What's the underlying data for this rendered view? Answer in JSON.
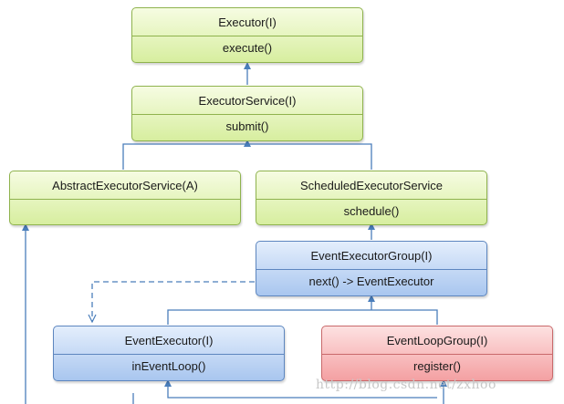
{
  "nodes": {
    "executor": {
      "name": "Executor(I)",
      "method": "execute()"
    },
    "executor_service": {
      "name": "ExecutorService(I)",
      "method": "submit()"
    },
    "abstract_executor_service": {
      "name": "AbstractExecutorService(A)",
      "method": ""
    },
    "scheduled_executor_service": {
      "name": "ScheduledExecutorService",
      "method": "schedule()"
    },
    "event_executor_group": {
      "name": "EventExecutorGroup(I)",
      "method": "next() -> EventExecutor"
    },
    "event_executor": {
      "name": "EventExecutor(I)",
      "method": "inEventLoop()"
    },
    "event_loop_group": {
      "name": "EventLoopGroup(I)",
      "method": "register()"
    }
  },
  "colors": {
    "interface_green": "#d7ee9f",
    "netty_blue": "#a9c6ef",
    "event_loop_red": "#f4a0a2",
    "connector": "#4a7ebb"
  },
  "watermark": "http://blog.csdn.net/zxhoo"
}
